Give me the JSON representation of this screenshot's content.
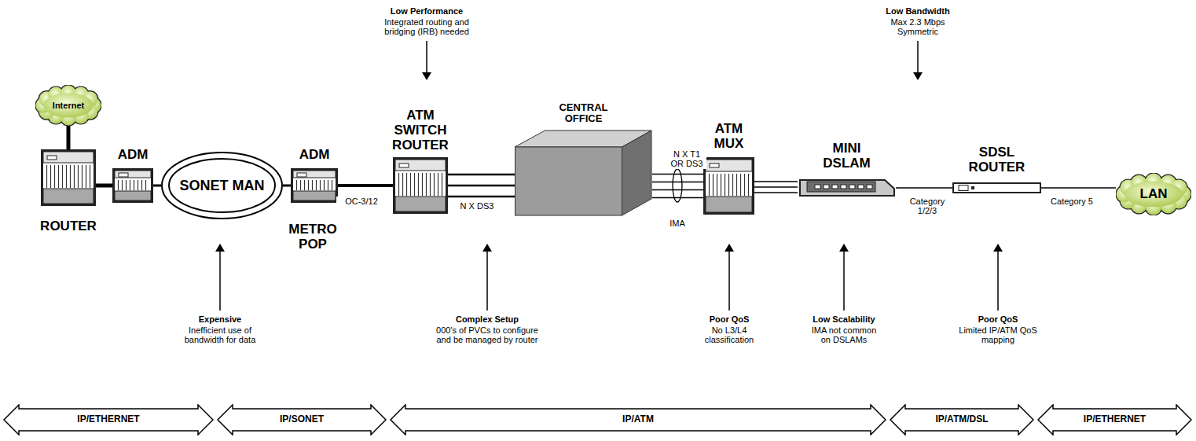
{
  "diagram": {
    "nodes": [
      {
        "text": [
          "Internet"
        ]
      },
      {
        "text": [
          "ROUTER"
        ]
      },
      {
        "text": [
          "ADM"
        ]
      },
      {
        "text": [
          "SONET MAN"
        ]
      },
      {
        "text": [
          "ADM"
        ]
      },
      {
        "text": [
          "ATM SWITCH ROUTER"
        ]
      },
      {
        "text": [
          "CENTRAL OFFICE"
        ]
      },
      {
        "text": [
          "ATM MUX"
        ]
      },
      {
        "text": [
          "MINI DSLAM"
        ]
      },
      {
        "text": [
          "SDSL ROUTER"
        ]
      },
      {
        "text": [
          "LAN"
        ]
      },
      {
        "text": [
          "IP/ETHERNET"
        ]
      },
      {
        "text": [
          "IP/SONET"
        ]
      },
      {
        "text": [
          "IP/ATM"
        ]
      },
      {
        "text": [
          "IP/ATM/DSL"
        ]
      },
      {
        "text": [
          "IP/ETHERNET"
        ]
      }
    ],
    "edges": [
      {
        "from": 0,
        "to": 1,
        "arrow": "none"
      },
      {
        "from": 1,
        "to": 2,
        "arrow": "none"
      },
      {
        "from": 2,
        "to": 3,
        "arrow": "none"
      },
      {
        "from": 3,
        "to": 4,
        "arrow": "none"
      },
      {
        "from": 4,
        "to": 5,
        "label": "OC-3/12",
        "arrow": "none"
      },
      {
        "from": 5,
        "to": 6,
        "label": "N X DS3",
        "arrow": "none"
      },
      {
        "from": 6,
        "to": 7,
        "label": "N X T1 OR DS3",
        "arrow": "none"
      },
      {
        "from": 7,
        "to": 8,
        "arrow": "none"
      },
      {
        "from": 8,
        "to": 9,
        "label": "Category 1/2/3",
        "arrow": "none"
      },
      {
        "from": 9,
        "to": 10,
        "label": "Category 5",
        "arrow": "none"
      }
    ],
    "labels": [
      "Low Performance",
      "Integrated routing and bridging (IRB) needed",
      "Low Bandwidth",
      "Max 2.3 Mbps Symmetric",
      "METRO POP",
      "IMA",
      "Expensive",
      "Inefficient use of bandwidth for data",
      "Complex Setup",
      "000's of PVCs to configure and be managed by router",
      "Poor QoS",
      "No L3/L4 classification",
      "Low Scalability",
      "IMA not common on DSLAMs",
      "Poor QoS",
      "Limited IP/ATM QoS mapping"
    ]
  }
}
